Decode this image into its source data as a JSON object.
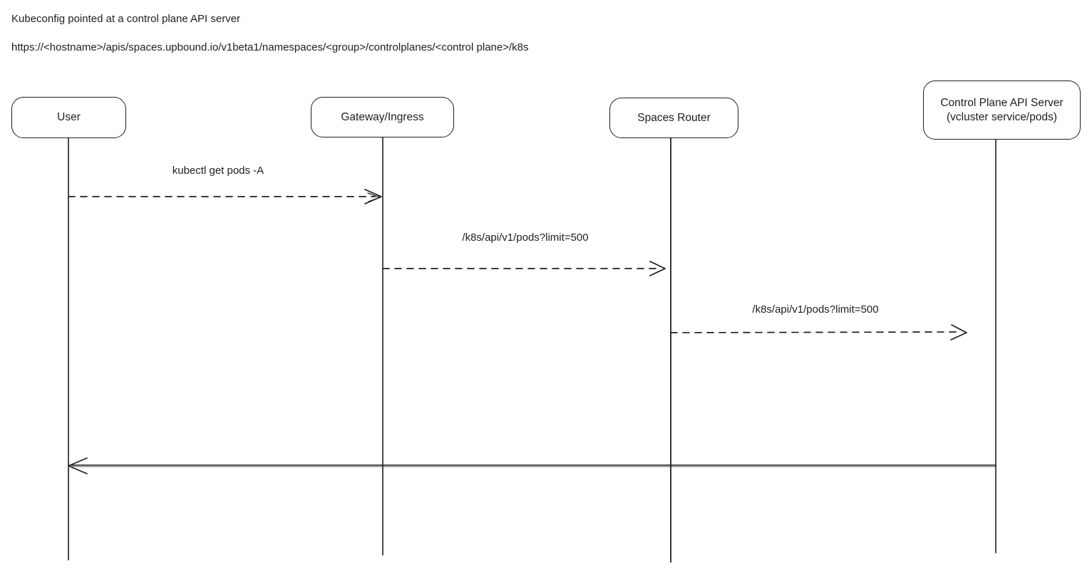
{
  "header": {
    "title": "Kubeconfig pointed at a control plane API server",
    "url": "https://<hostname>/apis/spaces.upbound.io/v1beta1/namespaces/<group>/controlplanes/<control plane>/k8s"
  },
  "actors": [
    {
      "id": "user",
      "label": "User"
    },
    {
      "id": "gateway",
      "label": "Gateway/Ingress"
    },
    {
      "id": "spaces-router",
      "label": "Spaces Router"
    },
    {
      "id": "control-plane",
      "label": "Control Plane API Server",
      "sublabel": "(vcluster service/pods)"
    }
  ],
  "messages": [
    {
      "from": "user",
      "to": "gateway",
      "label": "kubectl get pods -A",
      "style": "dashed"
    },
    {
      "from": "gateway",
      "to": "spaces-router",
      "label": "/k8s/api/v1/pods?limit=500",
      "style": "dashed"
    },
    {
      "from": "spaces-router",
      "to": "control-plane",
      "label": "/k8s/api/v1/pods?limit=500",
      "style": "dashed"
    },
    {
      "from": "control-plane",
      "to": "user",
      "label": "",
      "style": "solid"
    }
  ],
  "colors": {
    "stroke": "#1e1e1e",
    "background": "#ffffff"
  }
}
